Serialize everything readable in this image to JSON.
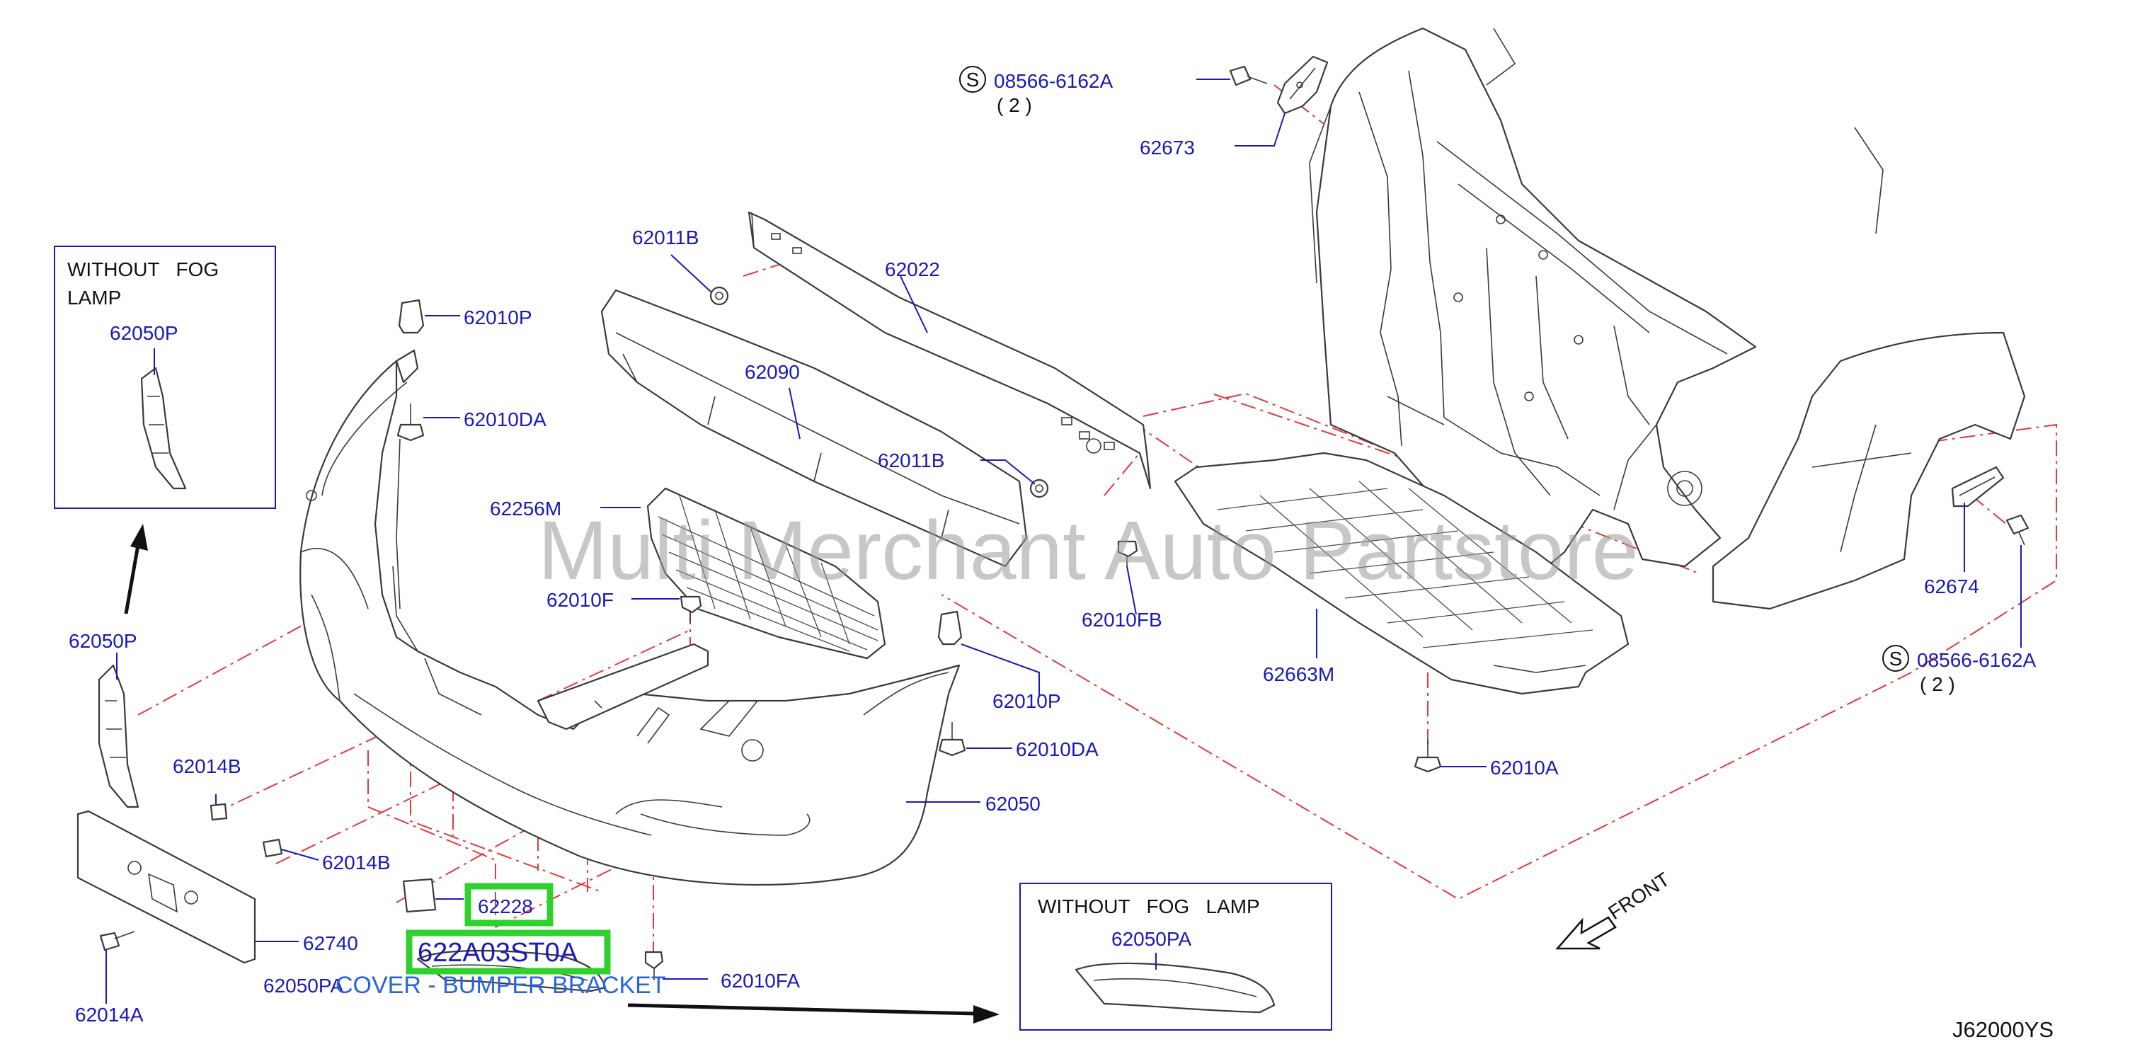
{
  "diagram": {
    "code": "J62000YS",
    "watermark": "Multi Merchant Auto Partstore",
    "front_label": "FRONT",
    "screw_symbol": "S",
    "screw_spec_top": {
      "part": "08566-6162A",
      "qty": "( 2 )"
    },
    "screw_spec_right": {
      "part": "08566-6162A",
      "qty": "( 2 )"
    },
    "inset_top_left": {
      "line1": "WITHOUT   FOG",
      "line2": "LAMP",
      "part": "62050P"
    },
    "inset_bottom": {
      "title": "WITHOUT   FOG   LAMP",
      "part": "62050PA"
    },
    "highlight": {
      "part_a": "62228",
      "part_b": "622A03ST0A",
      "caption": "COVER - BUMPER BRACKET"
    },
    "labels": {
      "p62673": "62673",
      "p62011B_top": "62011B",
      "p62022": "62022",
      "p62090": "62090",
      "p62011B_mid": "62011B",
      "p62010P_top": "62010P",
      "p62010DA_top": "62010DA",
      "p62256M": "62256M",
      "p62010F": "62010F",
      "p62010FB": "62010FB",
      "p62663M": "62663M",
      "p62674": "62674",
      "p62050P": "62050P",
      "p62010P_mid": "62010P",
      "p62010DA_mid": "62010DA",
      "p62050": "62050",
      "p62010A": "62010A",
      "p62014B_a": "62014B",
      "p62014B_b": "62014B",
      "p62740": "62740",
      "p62050PA": "62050PA",
      "p62014A": "62014A",
      "p62010FA": "62010FA"
    }
  }
}
